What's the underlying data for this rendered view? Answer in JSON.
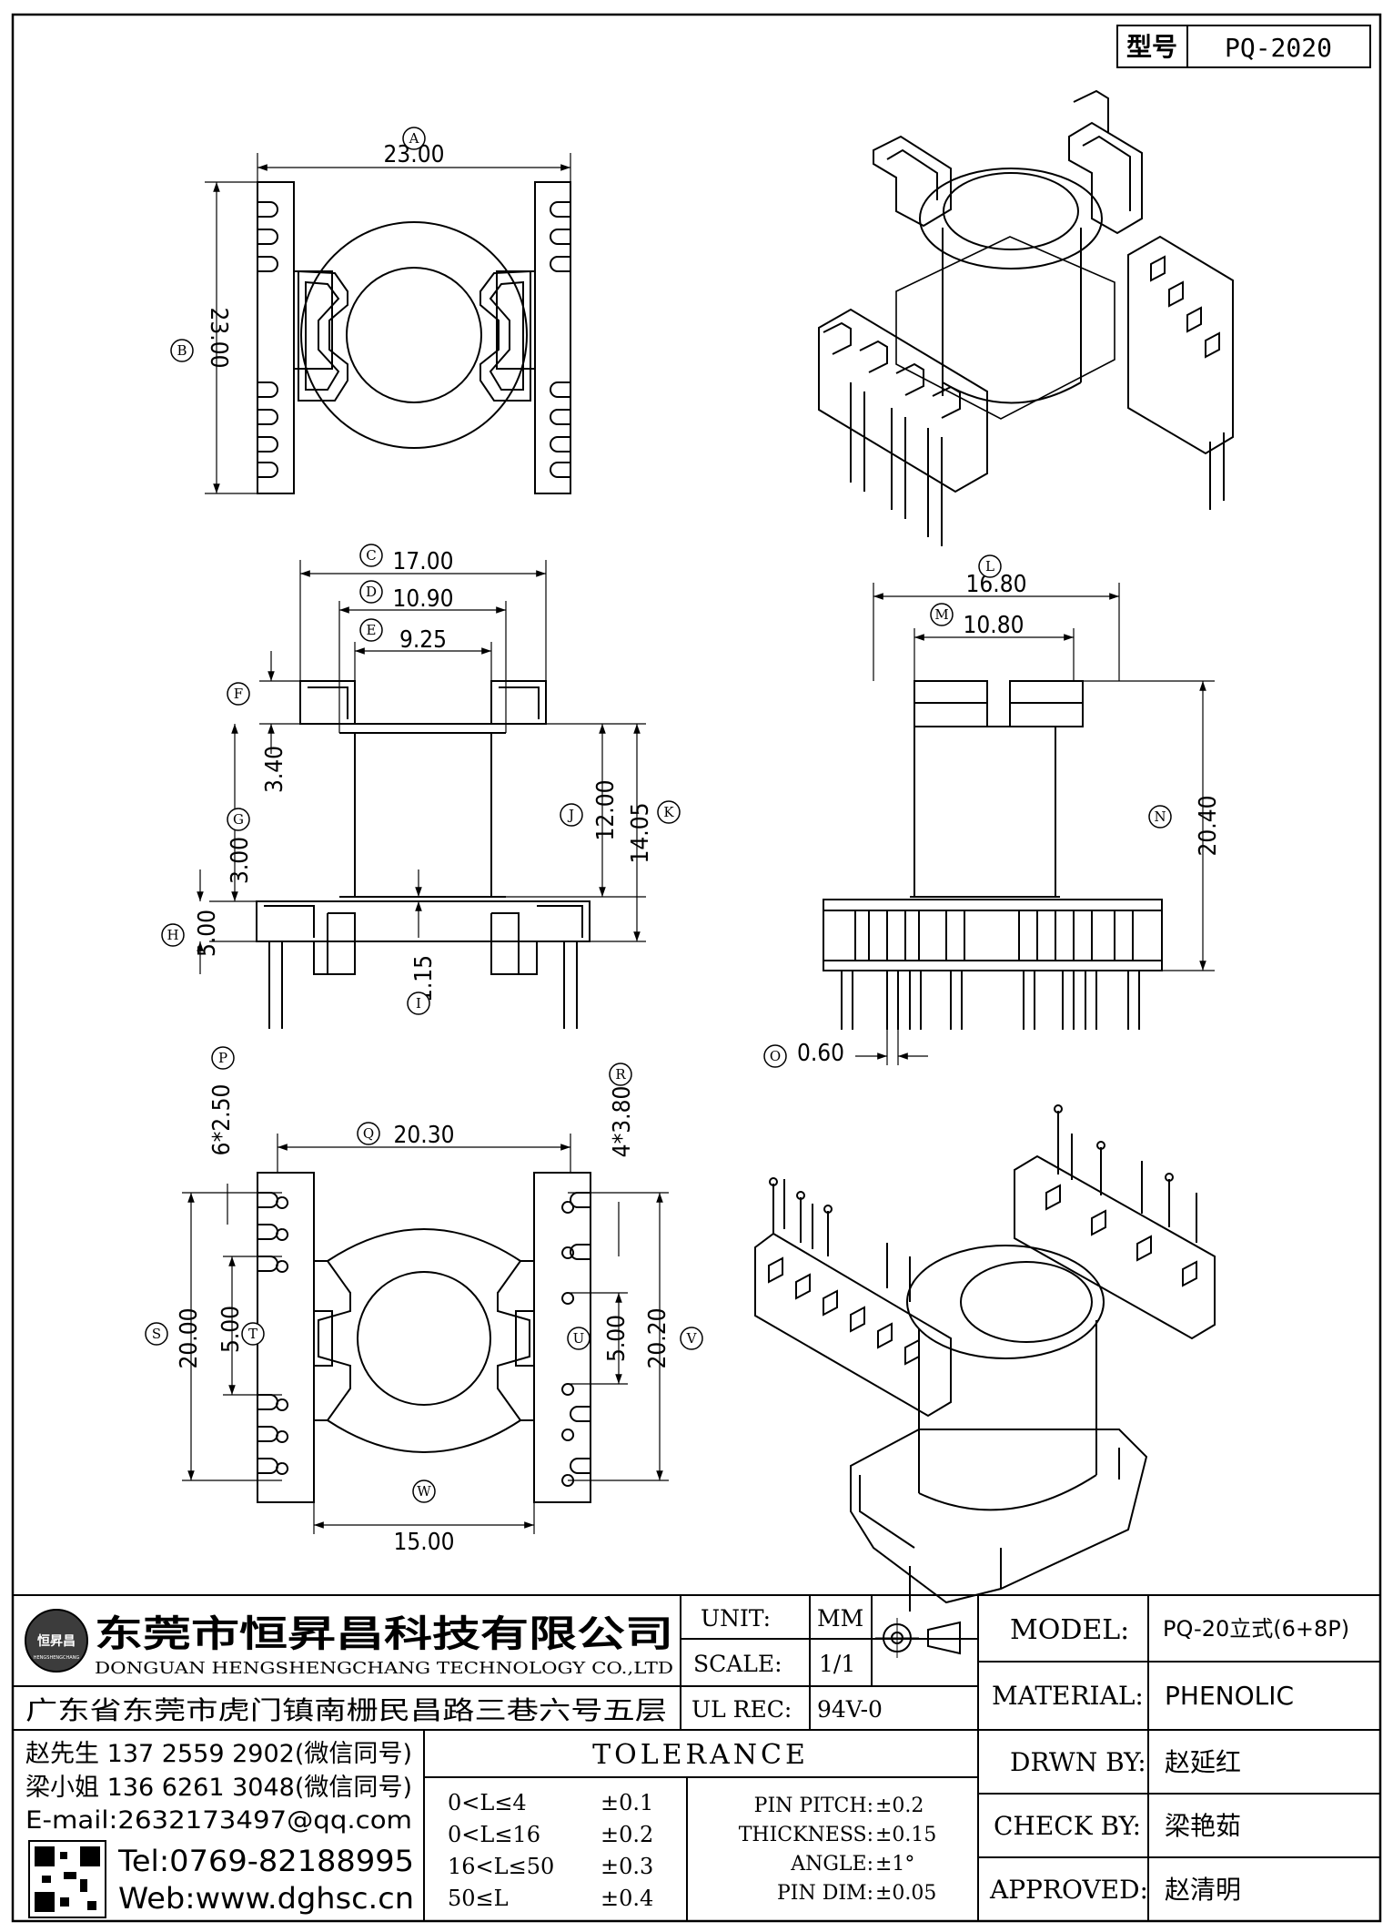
{
  "model_box": {
    "label": "型号",
    "value": "PQ-2020"
  },
  "dimensions": {
    "A": "23.00",
    "B": "23.00",
    "C": "17.00",
    "D": "10.90",
    "E": "9.25",
    "F": "3.40",
    "G": "3.00",
    "H": "5.00",
    "I": "1.15",
    "J": "12.00",
    "K": "14.05",
    "L": "16.80",
    "M": "10.80",
    "N": "20.40",
    "O": "0.60",
    "P": "6*2.50",
    "Q": "20.30",
    "R": "4*3.80",
    "S": "20.00",
    "T": "5.00",
    "U": "5.00",
    "V": "20.20",
    "W": "15.00"
  },
  "dim_letters": [
    "A",
    "B",
    "C",
    "D",
    "E",
    "F",
    "G",
    "H",
    "I",
    "J",
    "K",
    "L",
    "M",
    "N",
    "O",
    "P",
    "Q",
    "R",
    "S",
    "T",
    "U",
    "V",
    "W"
  ],
  "company": {
    "name_cn": "东莞市恒昇昌科技有限公司",
    "name_en": "DONGUAN HENGSHENGCHANG TECHNOLOGY CO.,LTD",
    "address": "广东省东莞市虎门镇南栅民昌路三巷六号五层",
    "logo_text": "恒昇昌",
    "logo_sub": "HENGSHENGCHANG"
  },
  "info": {
    "unit_label": "UNIT:",
    "unit_value": "MM",
    "scale_label": "SCALE:",
    "scale_value": "1/1",
    "ulrec_label": "UL REC:",
    "ulrec_value": "94V-0"
  },
  "title_block": {
    "model_label": "MODEL:",
    "model_value": "PQ-20立式(6+8P)",
    "material_label": "MATERIAL:",
    "material_value": "PHENOLIC",
    "drawn_label": "DRWN BY:",
    "drawn_value": "赵延红",
    "check_label": "CHECK BY:",
    "check_value": "梁艳茹",
    "approved_label": "APPROVED:",
    "approved_value": "赵清明"
  },
  "contacts": {
    "line1": "赵先生 137 2559 2902(微信同号)",
    "line2": "梁小姐 136 6261 3048(微信同号)",
    "email": "E-mail:2632173497@qq.com",
    "tel": "Tel:0769-82188995",
    "web": "Web:www.dghsc.cn"
  },
  "tolerance": {
    "title": "TOLERANCE",
    "ranges": [
      {
        "range": "0<L≤4",
        "tol": "±0.1"
      },
      {
        "range": "0<L≤16",
        "tol": "±0.2"
      },
      {
        "range": "16<L≤50",
        "tol": "±0.3"
      },
      {
        "range": "50≤L",
        "tol": "±0.4"
      }
    ],
    "specs": [
      {
        "label": "PIN PITCH:",
        "tol": "±0.2"
      },
      {
        "label": "THICKNESS:",
        "tol": "±0.15"
      },
      {
        "label": "ANGLE:",
        "tol": "±1°"
      },
      {
        "label": "PIN DIM:",
        "tol": "±0.05"
      }
    ]
  }
}
